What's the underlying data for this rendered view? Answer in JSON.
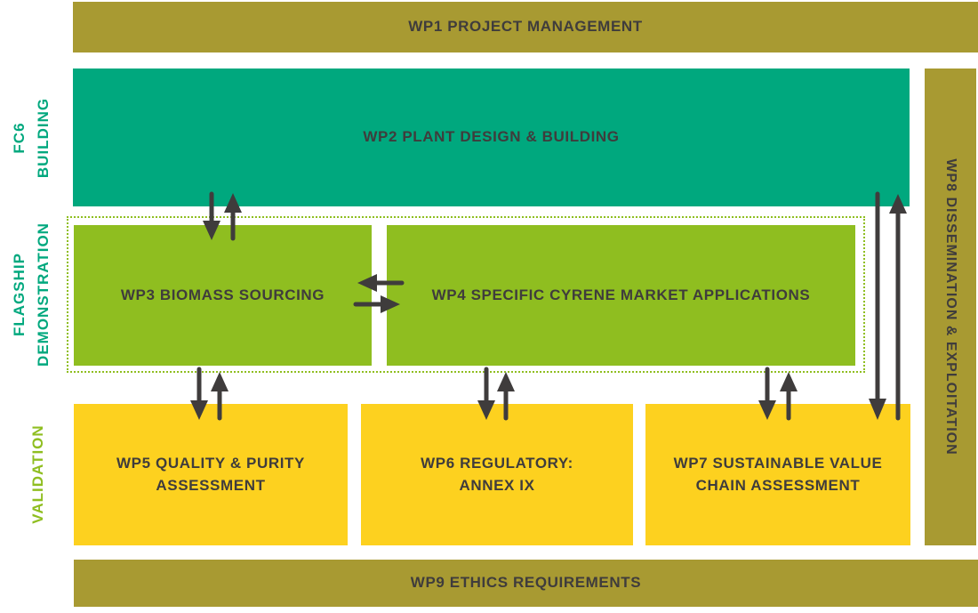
{
  "colors": {
    "olive": "#a89a32",
    "teal": "#00a87e",
    "green": "#8fbe20",
    "yellow": "#fdd11f",
    "text_dark": "#3f3c3c"
  },
  "bars": {
    "wp1": "WP1 PROJECT MANAGEMENT",
    "wp8": "WP8 DISSEMINATION & EXPLOITATION",
    "wp9": "WP9 ETHICS REQUIREMENTS"
  },
  "boxes": {
    "wp2": "WP2 PLANT DESIGN & BUILDING",
    "wp3": "WP3 BIOMASS SOURCING",
    "wp4": "WP4 SPECIFIC CYRENE MARKET APPLICATIONS",
    "wp5": "WP5 QUALITY & PURITY\nASSESSMENT",
    "wp6": "WP6 REGULATORY:\nANNEX IX",
    "wp7": "WP7 SUSTAINABLE VALUE\nCHAIN ASSESSMENT"
  },
  "phase_labels": {
    "building": "FC6\nBUILDING",
    "demonstration": "FLAGSHIP\nDEMONSTRATION",
    "validation": "VALIDATION"
  }
}
